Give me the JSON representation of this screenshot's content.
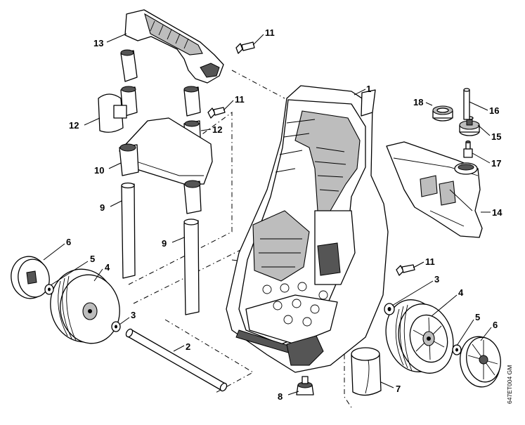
{
  "diagram": {
    "drawing_code": "647ET004 GM",
    "callouts": {
      "c1": "1",
      "c2": "2",
      "c3a": "3",
      "c3b": "3",
      "c4a": "4",
      "c4b": "4",
      "c5a": "5",
      "c5b": "5",
      "c6a": "6",
      "c6b": "6",
      "c7": "7",
      "c8": "8",
      "c9a": "9",
      "c9b": "9",
      "c10": "10",
      "c11a": "11",
      "c11b": "11",
      "c11c": "11",
      "c12a": "12",
      "c12b": "12",
      "c13": "13",
      "c14": "14",
      "c15": "15",
      "c16": "16",
      "c17": "17",
      "c18": "18"
    }
  }
}
